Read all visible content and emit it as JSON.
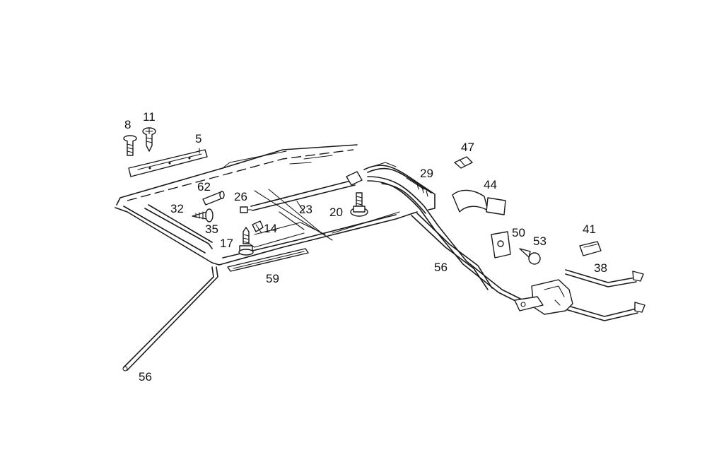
{
  "labels": {
    "l8": "8",
    "l11": "11",
    "l5": "5",
    "l62": "62",
    "l26": "26",
    "l32": "32",
    "l23": "23",
    "l20": "20",
    "l35": "35",
    "l14": "14",
    "l17": "17",
    "l59": "59",
    "l29": "29",
    "l47": "47",
    "l44": "44",
    "l50": "50",
    "l53": "53",
    "l41": "41",
    "l38": "38",
    "l56a": "56",
    "l56b": "56"
  }
}
